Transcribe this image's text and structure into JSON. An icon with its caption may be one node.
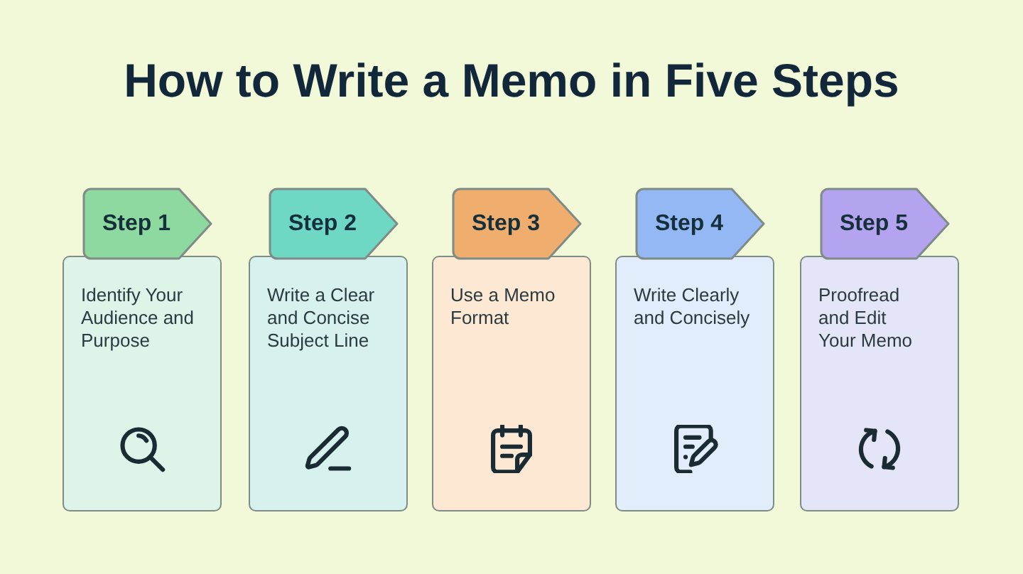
{
  "diagram": {
    "title": "How to Write a Memo in Five Steps",
    "nodes": [
      {
        "text": [
          "Step 1"
        ]
      },
      {
        "text": [
          "Identify Your Audience and Purpose"
        ]
      },
      {
        "text": [
          "Step 2"
        ]
      },
      {
        "text": [
          "Write a Clear and Concise Subject Line"
        ]
      },
      {
        "text": [
          "Step 3"
        ]
      },
      {
        "text": [
          "Use a Memo Format"
        ]
      },
      {
        "text": [
          "Step 4"
        ]
      },
      {
        "text": [
          "Write Clearly and Concisely"
        ]
      },
      {
        "text": [
          "Step 5"
        ]
      },
      {
        "text": [
          "Proofread and Edit Your Memo"
        ]
      }
    ]
  }
}
